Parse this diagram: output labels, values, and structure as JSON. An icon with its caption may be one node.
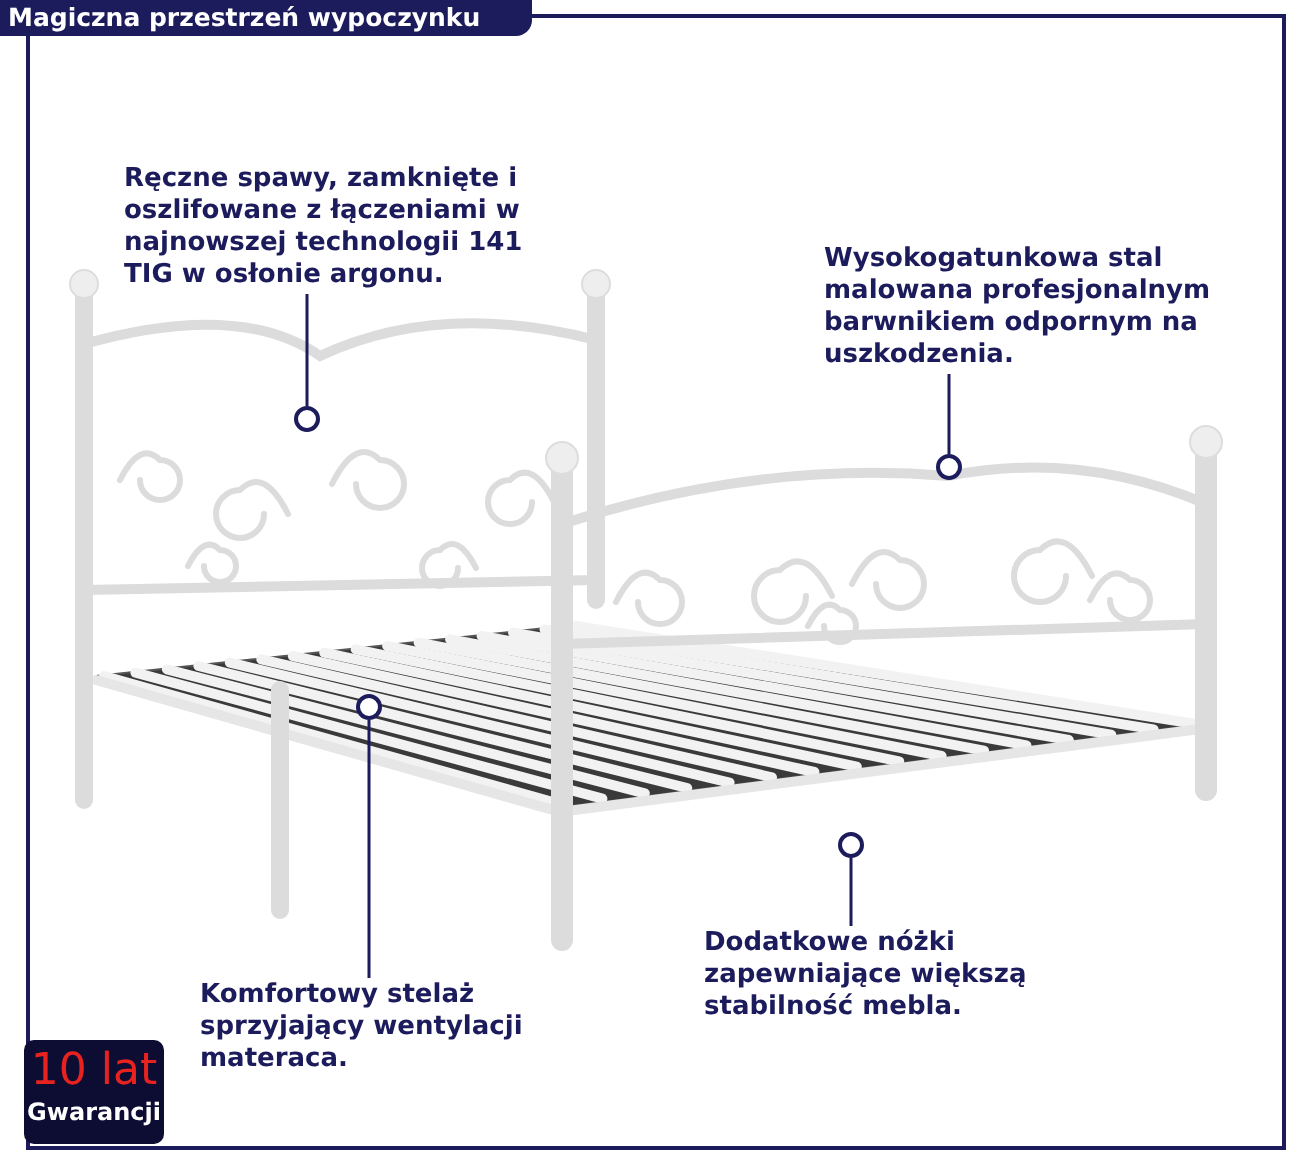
{
  "diagram": {
    "title": "Magiczna przestrzeń wypoczynku",
    "nodes": [
      {
        "text": [
          "Ręczne spawy, zamknięte i oszlifowane z łączeniami w najnowszej technologii 141 TIG w osłonie argonu."
        ]
      },
      {
        "text": [
          "Wysokogatunkowa stal malowana profesjonalnym barwnikiem odpornym na uszkodzenia."
        ]
      },
      {
        "text": [
          "Dodatkowe nóżki zapewniające większą stabilność mebla."
        ]
      },
      {
        "text": [
          "Komfortowy stelaż sprzyjający wentylacji materaca."
        ]
      },
      {
        "text": [
          "10 lat",
          "Gwarancji"
        ]
      },
      {
        "text": [],
        "shape": "circle"
      },
      {
        "text": [],
        "shape": "circle"
      },
      {
        "text": [],
        "shape": "circle"
      },
      {
        "text": [],
        "shape": "circle"
      }
    ],
    "edges": [
      {
        "from": 0,
        "to": 5,
        "arrow": "none"
      },
      {
        "from": 1,
        "to": 8,
        "arrow": "none"
      },
      {
        "from": 2,
        "to": 7,
        "arrow": "none"
      },
      {
        "from": 3,
        "to": 6,
        "arrow": "none"
      }
    ]
  }
}
